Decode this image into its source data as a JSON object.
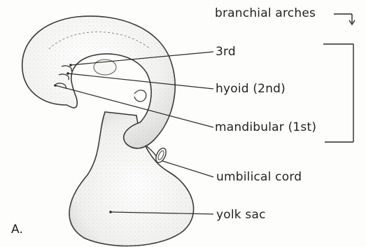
{
  "labels": {
    "branchial_arches": "branchial arches",
    "third": "3rd",
    "hyoid": "hyoid (2nd)",
    "mandibular": "mandibular (1st)",
    "umbilical_cord": "umbilical cord",
    "yolk_sac": "yolk sac",
    "panel": "A."
  },
  "colors": {
    "ink": "#2a2a2a",
    "stipple": "#9a9a9a",
    "background": "#fdfdfb"
  }
}
